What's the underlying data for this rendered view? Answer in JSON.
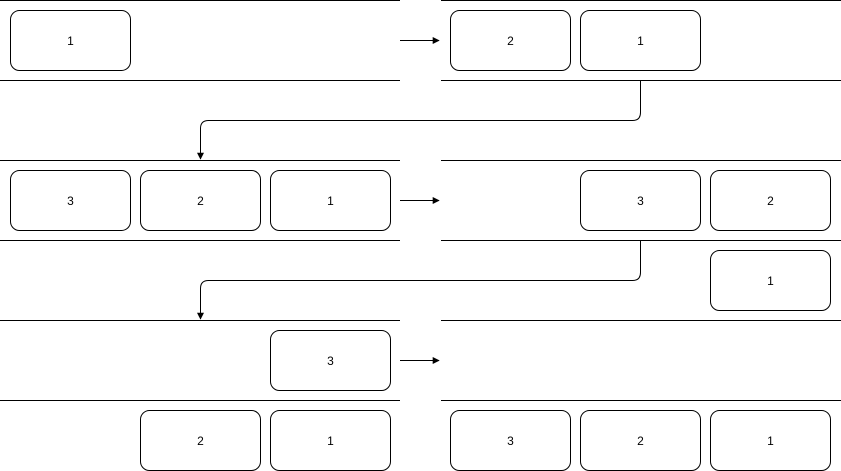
{
  "colors": {
    "stroke": "#000000",
    "background": "#ffffff",
    "box_fill": "#ffffff"
  },
  "panels": [
    {
      "id": "p1",
      "boxes": [
        "1"
      ]
    },
    {
      "id": "p2",
      "boxes": [
        "2",
        "1"
      ]
    },
    {
      "id": "p3",
      "boxes": [
        "3",
        "2",
        "1"
      ]
    },
    {
      "id": "p4",
      "boxes": [
        "3",
        "2",
        "1"
      ]
    },
    {
      "id": "p5",
      "boxes": [
        "3",
        "2",
        "1"
      ]
    },
    {
      "id": "p6",
      "boxes": [
        "3",
        "2",
        "1"
      ]
    }
  ]
}
